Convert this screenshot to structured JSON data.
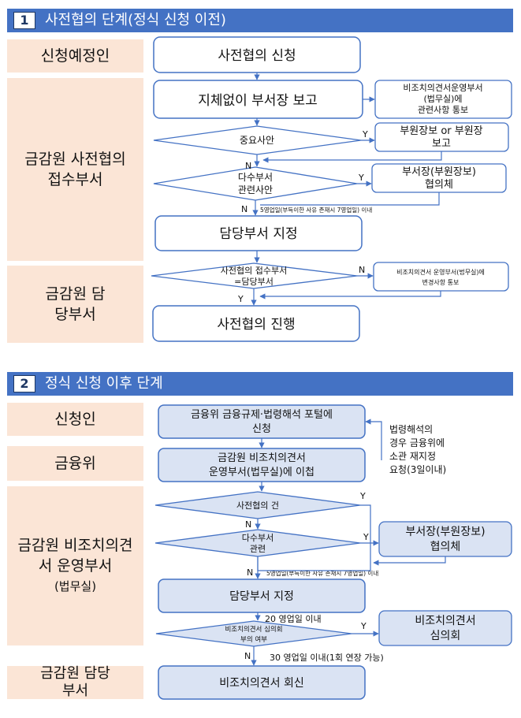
{
  "section1": {
    "number": "1",
    "title": "사전협의 단계(정식 신청 이전)",
    "lanes": [
      {
        "label": "신청예정인"
      },
      {
        "label": "금감원 사전협의 접수부서"
      },
      {
        "label": "금감원 담당부서"
      }
    ],
    "boxes": {
      "apply": "사전협의 신청",
      "report": "지체없이 부서장 보고",
      "assign": "담당부서 지정",
      "proceed": "사전협의 진행"
    },
    "side_boxes": {
      "notify_legal": [
        "비조치의견서운영부서",
        "(법무실)에",
        "관련사항 통보"
      ],
      "deputy_report": [
        "부원장보 or 부원장",
        "보고"
      ],
      "council": [
        "부서장(부원장보)",
        "협의체"
      ],
      "change_notify": [
        "비조치의견서 운영부서(법무실)에",
        "변경사항 통보"
      ]
    },
    "decisions": {
      "important": [
        "중요사안"
      ],
      "multi_dept": [
        "다수부서",
        "관련사안"
      ],
      "same_dept": [
        "사전협의 접수부서",
        "=담당부서"
      ]
    },
    "notes": {
      "five_days": "5영업일(부득이한 사유 존재시 7영업일) 이내"
    }
  },
  "section2": {
    "number": "2",
    "title": "정식 신청 이후 단계",
    "lanes": [
      {
        "label": "신청인"
      },
      {
        "label": "금융위"
      },
      {
        "label": "금감원 비조치의견서 운영부서",
        "sub": "(법무실)"
      },
      {
        "label": "금감원 담당부서"
      }
    ],
    "boxes": {
      "portal": [
        "금융위 금융규제·법령해석 포털에",
        "신청"
      ],
      "transfer": [
        "금감원 비조치의견서",
        "운영부서(법무실)에 이첩"
      ],
      "assign": "담당부서 지정",
      "reply": "비조치의견서 회신"
    },
    "side_boxes": {
      "council": [
        "부서장(부원장보)",
        "협의체"
      ],
      "review_committee": [
        "비조치의견서",
        "심의회"
      ]
    },
    "decisions": {
      "prior": [
        "사전협의 건"
      ],
      "multi_dept": [
        "다수부서",
        "관련"
      ],
      "committee": [
        "비조치의견서 심의회",
        "부의 여부"
      ]
    },
    "notes": {
      "reassign": [
        "법령해석의",
        "경우 금융위에",
        "소관 재지정",
        "요청(3일이내)"
      ],
      "five_days": "5영업일(부득이한 사유 존재시 7영업일) 이내",
      "twenty_days": "20 영업일 이내",
      "thirty_days": "30 영업일 이내(1회 연장 가능)"
    }
  },
  "flow_labels": {
    "yes": "Y",
    "no": "N"
  },
  "colors": {
    "header": "#4472c4",
    "lane": "#fbe5d6",
    "box_fill_section2": "#dae3f3",
    "line": "#4472c4",
    "text": "#111111"
  }
}
